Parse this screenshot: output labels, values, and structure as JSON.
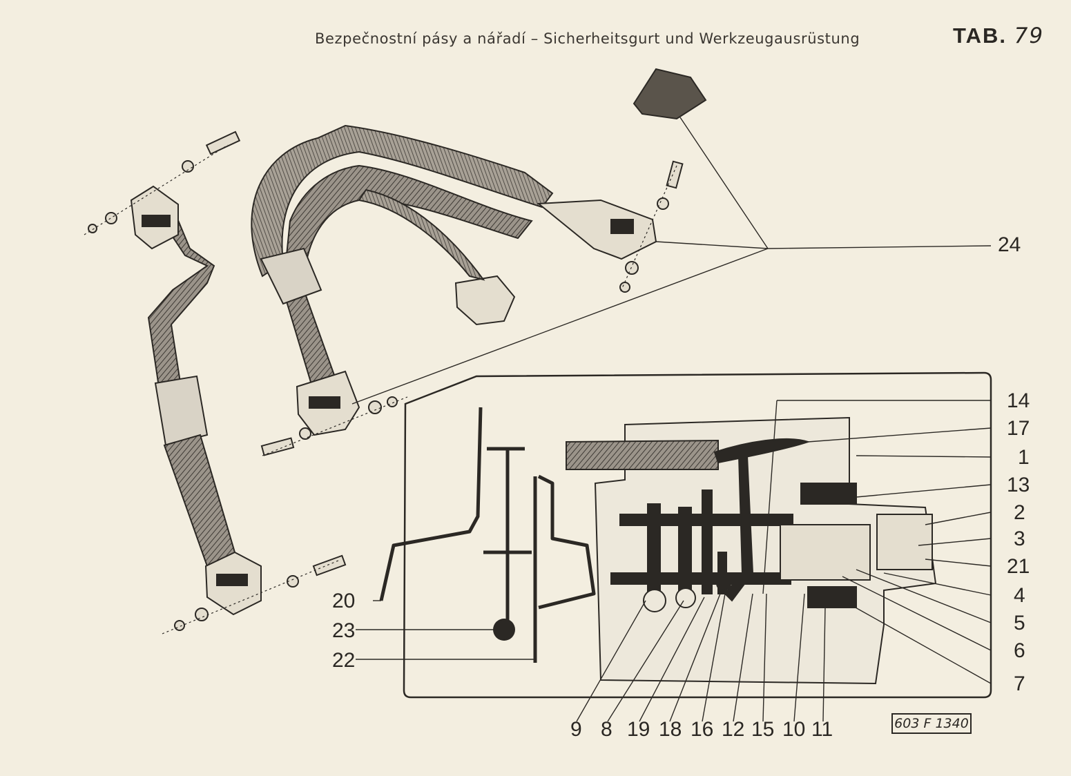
{
  "header": {
    "title": "Bezpečnostní pásy a nářadí – Sicherheitsgurt und Werkzeugausrüstung",
    "tab_prefix": "TAB.",
    "tab_number": "79"
  },
  "callouts": {
    "c24": "24",
    "c14": "14",
    "c17": "17",
    "c1": "1",
    "c13": "13",
    "c2": "2",
    "c3": "3",
    "c21": "21",
    "c4": "4",
    "c5": "5",
    "c6": "6",
    "c7": "7",
    "c20": "20",
    "c23": "23",
    "c22": "22",
    "c9": "9",
    "c8": "8",
    "c19": "19",
    "c18": "18",
    "c16": "16",
    "c12": "12",
    "c15": "15",
    "c10": "10",
    "c11": "11"
  },
  "drawing_code": "603 F 1340",
  "colors": {
    "ink": "#2b2824",
    "paper": "#f3eee0",
    "strap": "#8e877c"
  }
}
